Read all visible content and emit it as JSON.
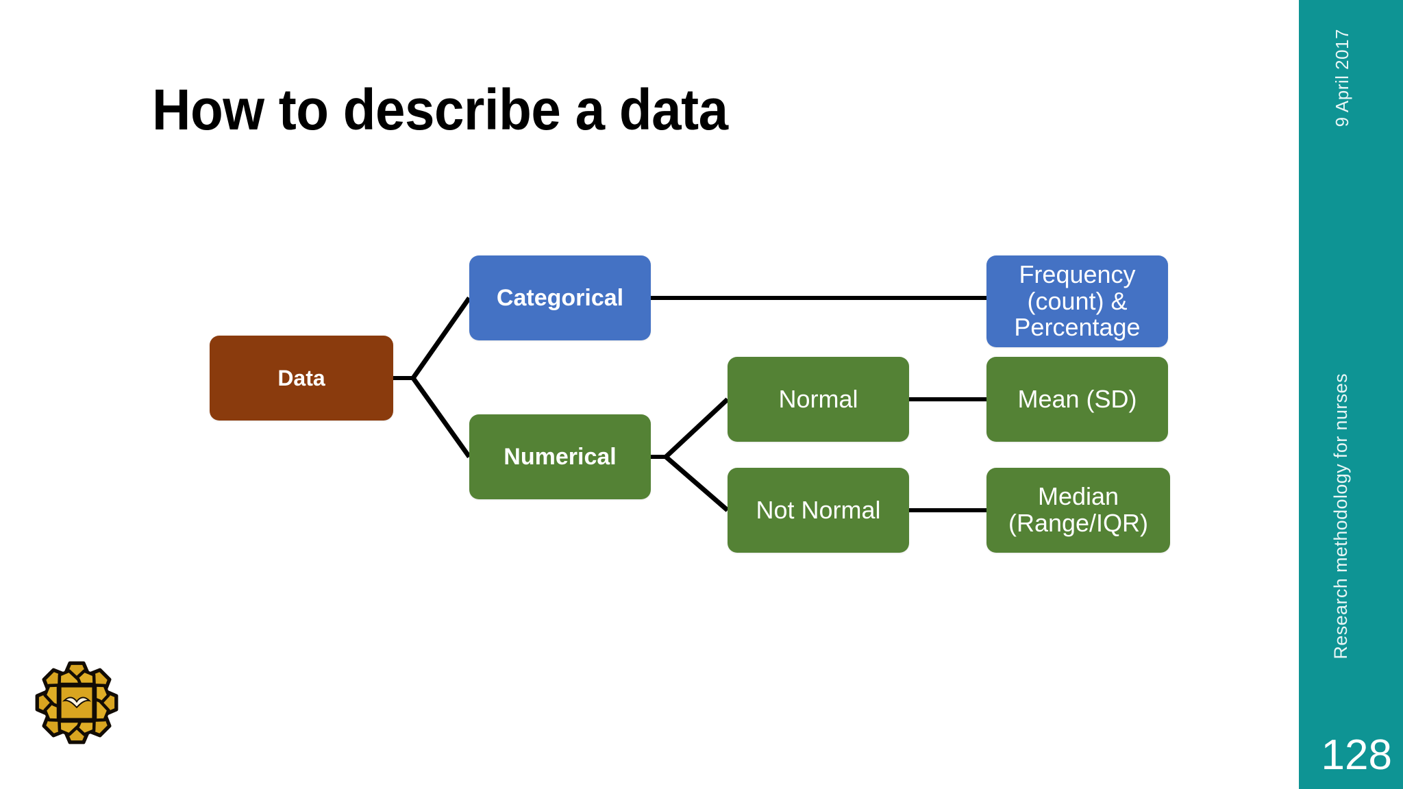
{
  "slide": {
    "title": "How to describe a data",
    "background_color": "#ffffff"
  },
  "sidebar": {
    "background_color": "#0E9494",
    "date": "9 April 2017",
    "subject": "Research methodology for nurses",
    "page_number": "128"
  },
  "logo": {
    "name": "university-emblem",
    "primary_color": "#D9A520",
    "outline_color": "#1A1008"
  },
  "chart_data": {
    "type": "diagram",
    "title": "How to describe a data",
    "orientation": "left-to-right tree",
    "nodes": [
      {
        "id": "data",
        "label": "Data",
        "color": "#8A3B0D",
        "bold": true,
        "level": 0
      },
      {
        "id": "categorical",
        "label": "Categorical",
        "color": "#4472C4",
        "bold": true,
        "level": 1
      },
      {
        "id": "numerical",
        "label": "Numerical",
        "color": "#548235",
        "bold": true,
        "level": 1
      },
      {
        "id": "frequency",
        "label": "Frequency (count) & Percentage",
        "color": "#4472C4",
        "bold": false,
        "level": 3
      },
      {
        "id": "normal",
        "label": "Normal",
        "color": "#548235",
        "bold": false,
        "level": 2
      },
      {
        "id": "notnormal",
        "label": "Not Normal",
        "color": "#548235",
        "bold": false,
        "level": 2
      },
      {
        "id": "mean",
        "label": "Mean (SD)",
        "color": "#548235",
        "bold": false,
        "level": 3
      },
      {
        "id": "median",
        "label": "Median (Range/IQR)",
        "color": "#548235",
        "bold": false,
        "level": 3
      }
    ],
    "node_text": {
      "data": "Data",
      "categorical": "Categorical",
      "numerical": "Numerical",
      "frequency_line1": "Frequency",
      "frequency_line2": "(count) &",
      "frequency_line3": "Percentage",
      "normal": "Normal",
      "not_normal": "Not Normal",
      "mean": "Mean (SD)",
      "median_line1": "Median",
      "median_line2": "(Range/IQR)"
    },
    "edges": [
      {
        "from": "data",
        "to": "categorical"
      },
      {
        "from": "data",
        "to": "numerical"
      },
      {
        "from": "categorical",
        "to": "frequency"
      },
      {
        "from": "numerical",
        "to": "normal"
      },
      {
        "from": "numerical",
        "to": "notnormal"
      },
      {
        "from": "normal",
        "to": "mean"
      },
      {
        "from": "notnormal",
        "to": "median"
      }
    ],
    "edge_color": "#000000",
    "legend": []
  }
}
